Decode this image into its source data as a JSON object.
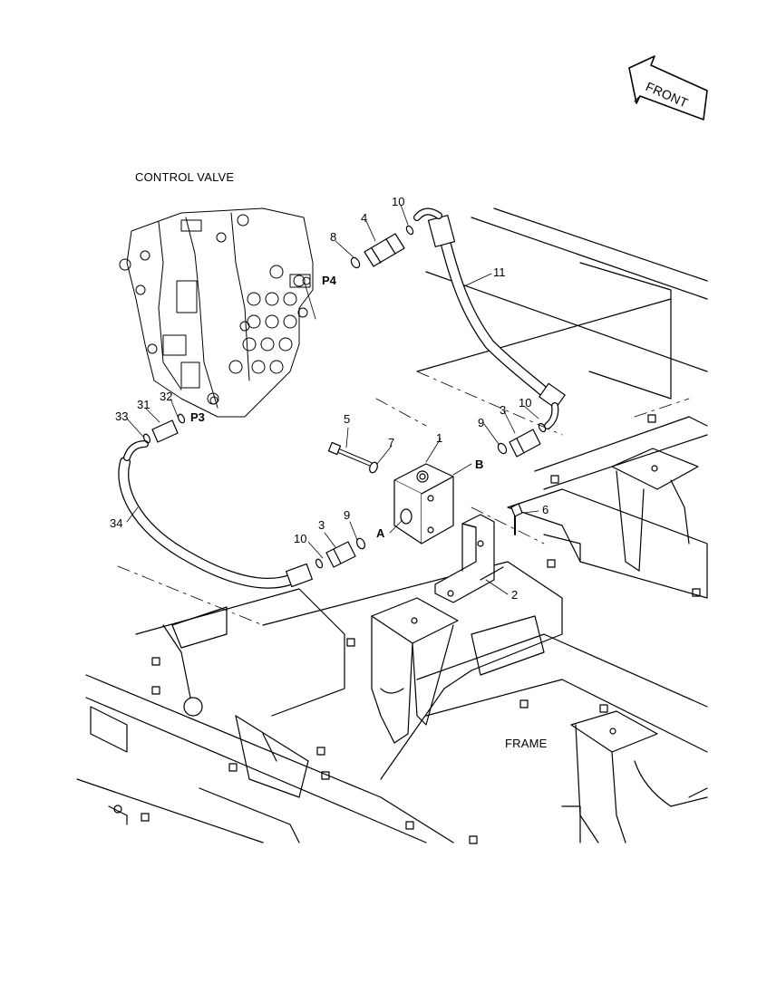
{
  "labels": {
    "control_valve": "CONTROL VALVE",
    "frame": "FRAME",
    "front": "FRONT",
    "ports": {
      "p4": "P4",
      "p3": "P3",
      "a": "A",
      "b": "B"
    },
    "callouts": {
      "c1": "1",
      "c2": "2",
      "c3a": "3",
      "c3b": "3",
      "c4": "4",
      "c5": "5",
      "c6": "6",
      "c7": "7",
      "c8": "8",
      "c9a": "9",
      "c9b": "9",
      "c10a": "10",
      "c10b": "10",
      "c10c": "10",
      "c11": "11",
      "c31": "31",
      "c32": "32",
      "c33": "33",
      "c34": "34"
    }
  },
  "colors": {
    "line": "#000000",
    "background": "#ffffff",
    "fill": "#ffffff"
  }
}
